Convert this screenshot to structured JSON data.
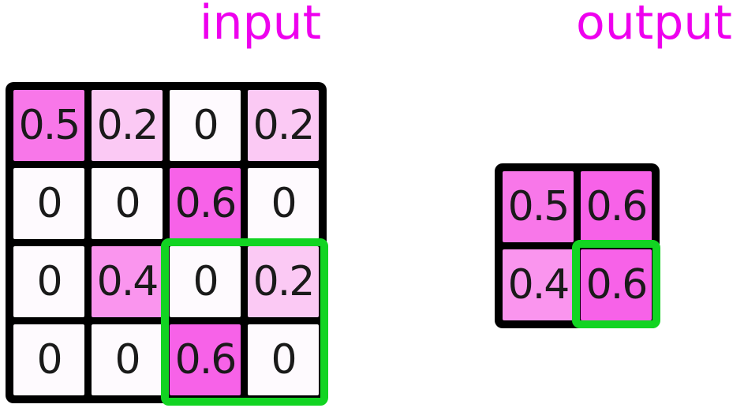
{
  "titles": {
    "input": "input",
    "output": "output"
  },
  "colors": {
    "title_text": "#ee00ee",
    "highlight_green": "#12d422",
    "grid_lines": "#000000",
    "cell_text": "#1a1a1a",
    "page_background": "#ffffff"
  },
  "value_colors": {
    "0": "#fefafe",
    "0.2": "#fbc9f4",
    "0.4": "#fa95ee",
    "0.5": "#f877e9",
    "0.6": "#f762e8"
  },
  "grids": {
    "input": {
      "rows": [
        [
          "0.5",
          "0.2",
          "0",
          "0.2"
        ],
        [
          "0",
          "0",
          "0.6",
          "0"
        ],
        [
          "0",
          "0.4",
          "0",
          "0.2"
        ],
        [
          "0",
          "0",
          "0.6",
          "0"
        ]
      ]
    },
    "output": {
      "rows": [
        [
          "0.5",
          "0.6"
        ],
        [
          "0.4",
          "0.6"
        ]
      ]
    }
  },
  "highlights": [
    {
      "id": "input-window",
      "grid": "input",
      "area": "bottom-right 2x2 cells"
    },
    {
      "id": "output-cell",
      "grid": "output",
      "area": "bottom-right cell"
    }
  ]
}
